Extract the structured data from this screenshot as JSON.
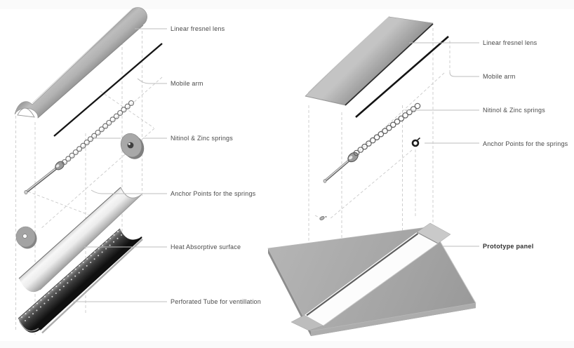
{
  "colors": {
    "background": "#ffffff",
    "margin_band": "#fafafa",
    "label_text": "#4a4a4a",
    "label_text_bold": "#2f2f2f",
    "leader_line": "#bdbdbd",
    "dashed_guide": "#cacaca",
    "metal_dark": "#1a1a1a",
    "metal_gray": "#a8a8a8"
  },
  "left_diagram": {
    "labels": [
      {
        "text": "Linear fresnel lens"
      },
      {
        "text": "Mobile arm"
      },
      {
        "text": "Nitinol & Zinc springs"
      },
      {
        "text": "Anchor Points for the springs"
      },
      {
        "text": "Heat Absorptive surface"
      },
      {
        "text": "Perforated Tube for ventillation"
      }
    ]
  },
  "right_diagram": {
    "labels": [
      {
        "text": "Linear fresnel lens"
      },
      {
        "text": "Mobile arm"
      },
      {
        "text": "Nitinol & Zinc springs"
      },
      {
        "text": "Anchor Points for the springs"
      },
      {
        "text": "Prototype panel"
      }
    ]
  }
}
